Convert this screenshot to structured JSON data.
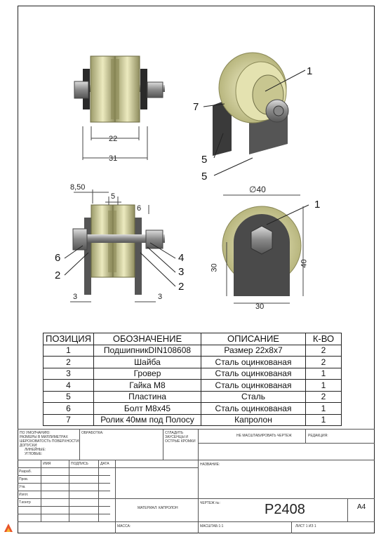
{
  "views": {
    "front": {
      "dim_inner": "22",
      "dim_outer": "31"
    },
    "iso": {
      "callouts": [
        "1",
        "7",
        "5",
        "5"
      ]
    },
    "side": {
      "dims": [
        "8,50",
        "5",
        "6",
        "3",
        "3"
      ],
      "callouts": [
        "6",
        "2",
        "4",
        "3",
        "2"
      ]
    },
    "right": {
      "diameter": "∅40",
      "callout": "1",
      "h1": "30",
      "h2": "40",
      "w": "30"
    }
  },
  "spec_table": {
    "headers": [
      "ПОЗИЦИЯ",
      "ОБОЗНАЧЕНИЕ",
      "ОПИСАНИЕ",
      "К-ВО"
    ],
    "rows": [
      [
        "1",
        "ПодшипникDIN108608",
        "Размер 22х8х7",
        "2"
      ],
      [
        "2",
        "Шайба",
        "Сталь оцинкованая",
        "2"
      ],
      [
        "3",
        "Гровер",
        "Сталь оцинкованая",
        "1"
      ],
      [
        "4",
        "Гайка М8",
        "Сталь оцинкованая",
        "1"
      ],
      [
        "5",
        "Пластина",
        "Сталь",
        "2"
      ],
      [
        "6",
        "Болт М8х45",
        "Сталь оцинкованая",
        "1"
      ],
      [
        "7",
        "Ролик 40мм под Полосу",
        "Капролон",
        "1"
      ]
    ]
  },
  "title_block": {
    "defaults": [
      "ПО УМОЛЧАНИЮ:",
      "РАЗМЕРЫ В МИЛЛИМЕТРАХ",
      "ШЕРОХОВАТОСТЬ ПОВЕРХНОСТИ:",
      "ДОПУСКИ:",
      "ЛИНЕЙНЫЕ:",
      "УГЛОВЫЕ:"
    ],
    "finish": "ОБРАБОТКА:",
    "deburr": [
      "СГЛАДИТЬ",
      "ЗАУСЕНЦЫ И",
      "ОСТРЫЕ КРОМКИ"
    ],
    "no_scale": "НЕ МАСШТАБИРОВАТЬ ЧЕРТЕЖ",
    "revision": "РЕДАКЦИЯ:",
    "cols": [
      "ИМЯ",
      "ПОДПИСЬ",
      "ДАТА"
    ],
    "roles": [
      "Разраб.",
      "Пров.",
      "Утв.",
      "Изгот.",
      "Т.контр"
    ],
    "name_label": "НАЗВАНИЕ:",
    "material": "МАТЕРИАЛ: КАПРОЛОН",
    "drawing_no_label": "ЧЕРТЕЖ №:",
    "drawing_no": "P2408",
    "format": "A4",
    "mass": "МАССА:",
    "scale": "МАСШТАБ:1:1",
    "sheet": "ЛИСТ 1 ИЗ 1"
  }
}
